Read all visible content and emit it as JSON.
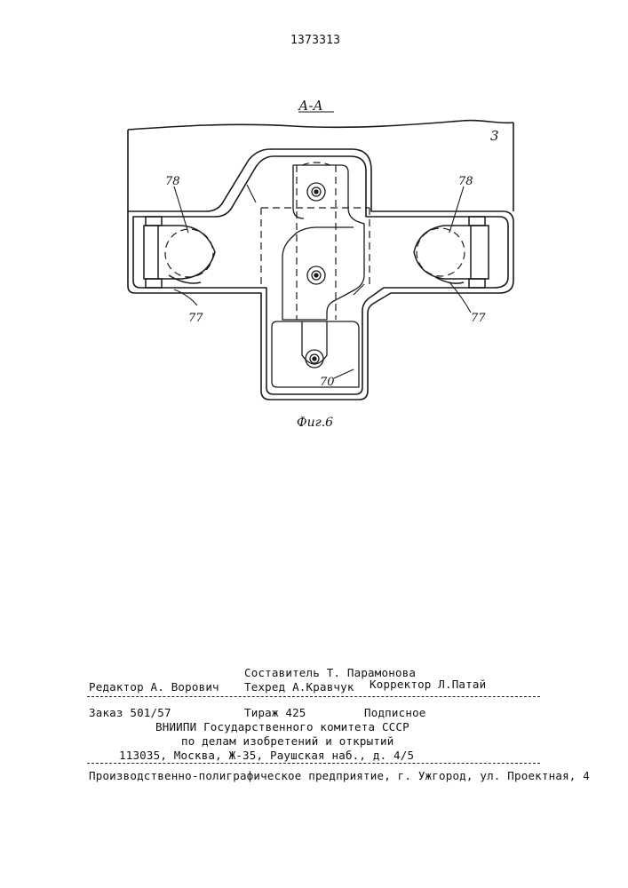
{
  "header": {
    "patent_number": "1373313"
  },
  "figure": {
    "section_label": "А-А",
    "part_label_frame": "3",
    "label_78_left": "78",
    "label_78_right": "78",
    "label_77_left": "77",
    "label_77_right": "77",
    "label_70": "70",
    "caption": "Фиг.6"
  },
  "colophon": {
    "compiler": "Составитель Т. Парамонова",
    "editor": "Редактор А. Ворович",
    "techred": "Техред А.Кравчук",
    "corrector": "Корректор Л.Патай",
    "order": "Заказ 501/57",
    "circulation": "Тираж 425",
    "subscription": "Подписное",
    "org_line1": "ВНИИПИ Государственного комитета СССР",
    "org_line2": "по делам изобретений и открытий",
    "address": "113035, Москва, Ж-35, Раушская наб., д. 4/5",
    "printer": "Производственно-полиграфическое предприятие, г. Ужгород, ул. Проектная, 4"
  }
}
